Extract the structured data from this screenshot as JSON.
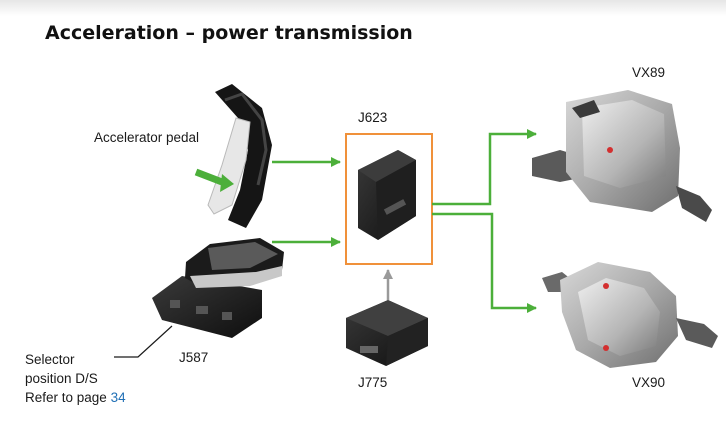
{
  "title": "Acceleration – power transmission",
  "labels": {
    "accelerator_pedal": "Accelerator pedal",
    "j623": "J623",
    "vx89": "VX89",
    "vx90": "VX90",
    "j587": "J587",
    "j775": "J775"
  },
  "note": {
    "line1": "Selector",
    "line2": "position D/S",
    "line3_prefix": "Refer to page ",
    "page_ref": "34"
  },
  "colors": {
    "arrow_green": "#4caf3a",
    "arrow_gray": "#9a9a9a",
    "control_unit_frame": "#f0913a",
    "page_link": "#1f6fb5"
  },
  "icons": {
    "accelerator_pedal": "accelerator-pedal-image",
    "selector_lever": "selector-lever-image",
    "control_unit_j623": "engine-control-unit-image",
    "control_unit_j775": "chassis-control-unit-image",
    "motor_vx89": "electric-drive-motor-front-image",
    "motor_vx90": "electric-drive-motor-rear-image"
  }
}
